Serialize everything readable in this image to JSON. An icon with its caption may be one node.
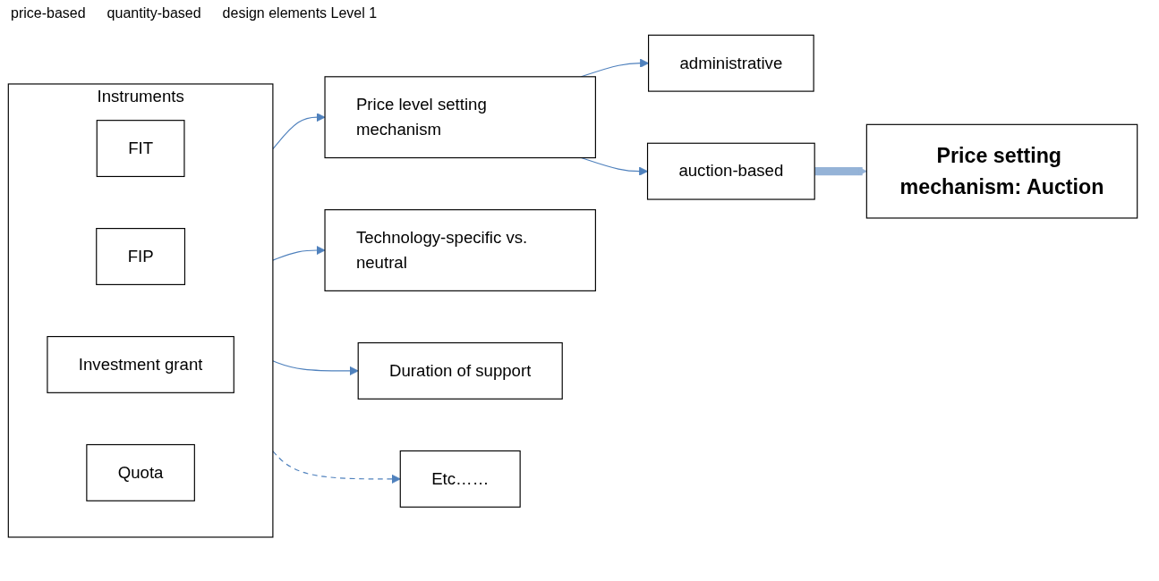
{
  "diagram": {
    "nodes": [
      {
        "text": [
          "Instruments"
        ]
      },
      {
        "text": [
          "FIT"
        ],
        "in": 0
      },
      {
        "text": [
          "FIP"
        ],
        "in": 0
      },
      {
        "text": [
          "Investment grant"
        ],
        "in": 0
      },
      {
        "text": [
          "Quota"
        ],
        "in": 0
      },
      {
        "text": [
          "Price level setting mechanism"
        ]
      },
      {
        "text": [
          "Technology-specific vs. neutral"
        ]
      },
      {
        "text": [
          "Duration of support"
        ]
      },
      {
        "text": [
          "Etc……"
        ]
      },
      {
        "text": [
          "administrative"
        ]
      },
      {
        "text": [
          "auction-based"
        ]
      },
      {
        "text": [
          "Price setting mechanism: Auction"
        ]
      }
    ],
    "edges": [
      {
        "from": 0,
        "to": 5,
        "arrow": "to"
      },
      {
        "from": 0,
        "to": 6,
        "arrow": "to"
      },
      {
        "from": 0,
        "to": 7,
        "arrow": "to"
      },
      {
        "from": 0,
        "to": 8,
        "arrow": "to",
        "style": "dashed"
      },
      {
        "from": 5,
        "to": 9,
        "arrow": "to"
      },
      {
        "from": 5,
        "to": 10,
        "arrow": "to"
      },
      {
        "from": 10,
        "to": 11,
        "arrow": "to",
        "style": "thick",
        "color": "#95b3d7"
      }
    ],
    "labels": [
      "price-based",
      "quantity-based",
      "design elements Level 1"
    ]
  }
}
